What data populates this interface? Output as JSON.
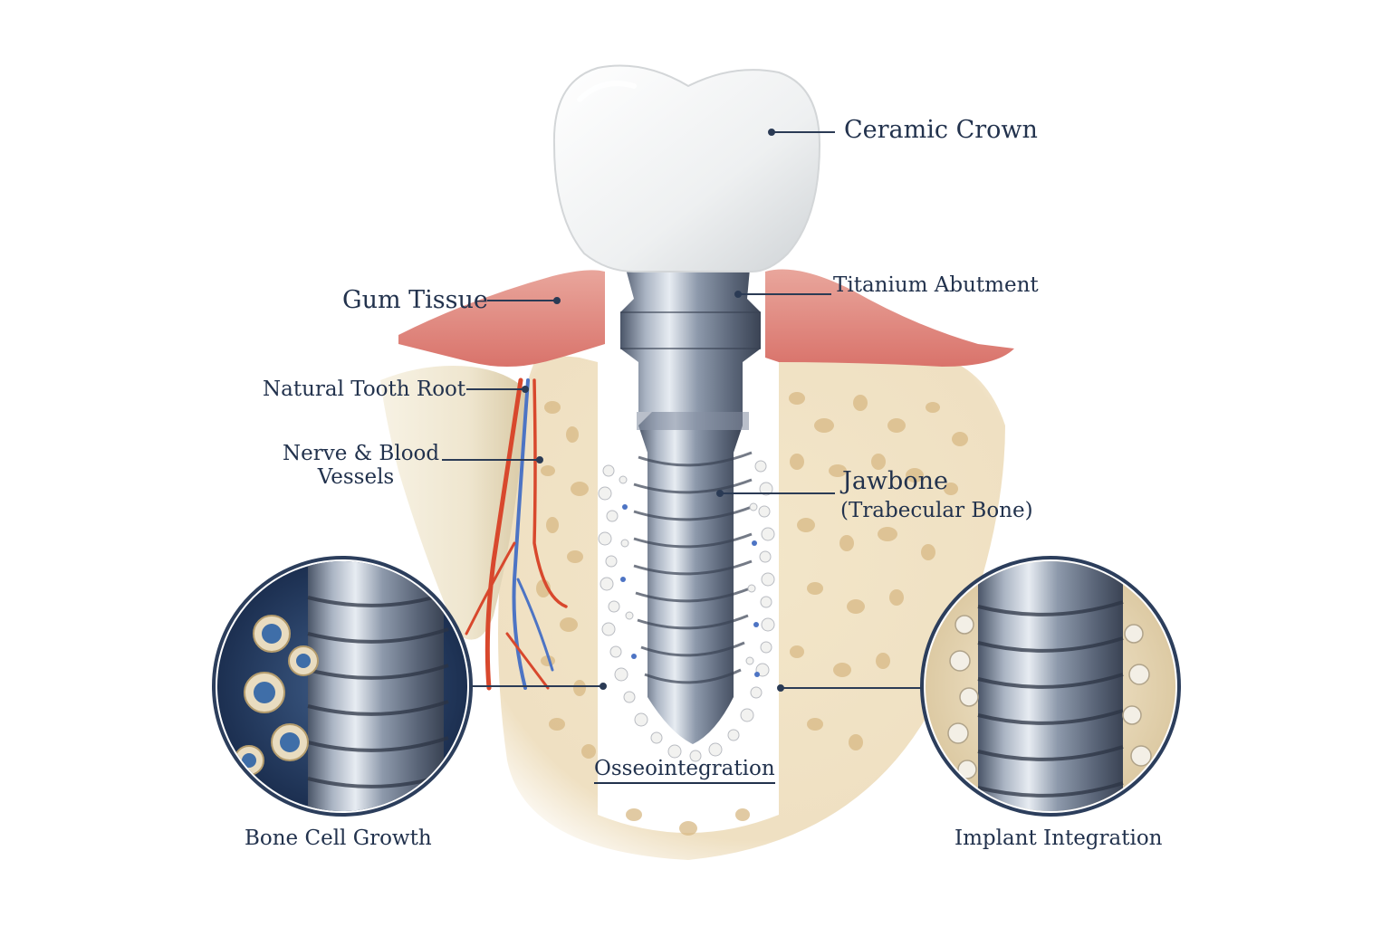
{
  "labels": {
    "ceramic_crown": "Ceramic Crown",
    "titanium_abutment": "Titanium Abutment",
    "gum_tissue": "Gum Tissue",
    "natural_tooth_root": "Natural Tooth Root",
    "nerve_blood_vessels_line1": "Nerve & Blood",
    "nerve_blood_vessels_line2": "Vessels",
    "jawbone": "Jawbone",
    "trabecular_bone": "(Trabecular Bone)",
    "osseointegration": "Osseointegration",
    "bone_cell_growth": "Bone Cell Growth",
    "implant_integration": "Implant Integration"
  },
  "colors": {
    "label_text": "#22324d",
    "leader_line": "#2b3b55",
    "gum": "#e8968f",
    "bone": "#f1e4c8",
    "titanium": "#7c8aa0",
    "crown": "#f4f4f2",
    "nerve_red": "#d8482d",
    "vessel_blue": "#4d74c4",
    "bone_cell_blue": "#3f6ea8"
  }
}
